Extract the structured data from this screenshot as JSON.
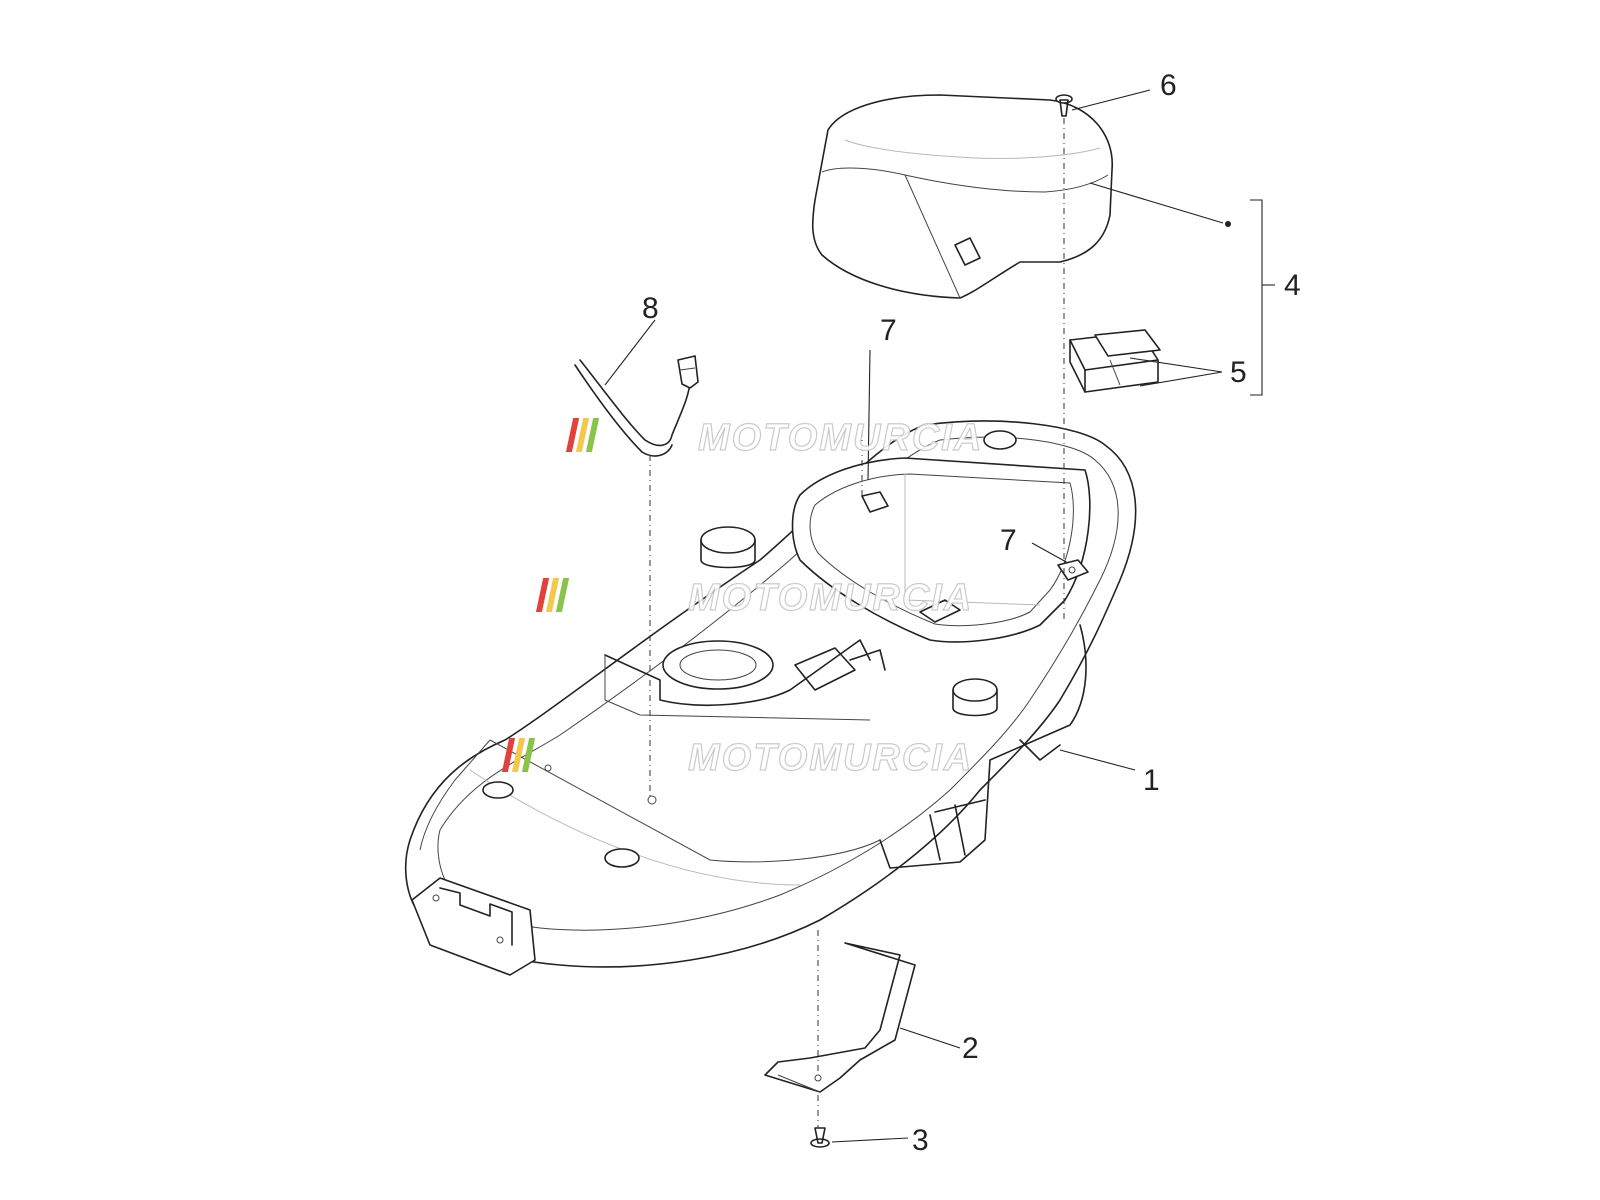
{
  "watermark": {
    "text": "MOTOMURCIA",
    "colors": [
      "#e3423c",
      "#f2c94c",
      "#8bc34a"
    ]
  },
  "callouts": [
    {
      "id": "1",
      "label": "1"
    },
    {
      "id": "2",
      "label": "2"
    },
    {
      "id": "3",
      "label": "3"
    },
    {
      "id": "4",
      "label": "4"
    },
    {
      "id": "5",
      "label": "5"
    },
    {
      "id": "6",
      "label": "6"
    },
    {
      "id": "7a",
      "label": "7"
    },
    {
      "id": "7b",
      "label": "7"
    },
    {
      "id": "8",
      "label": "8"
    }
  ]
}
